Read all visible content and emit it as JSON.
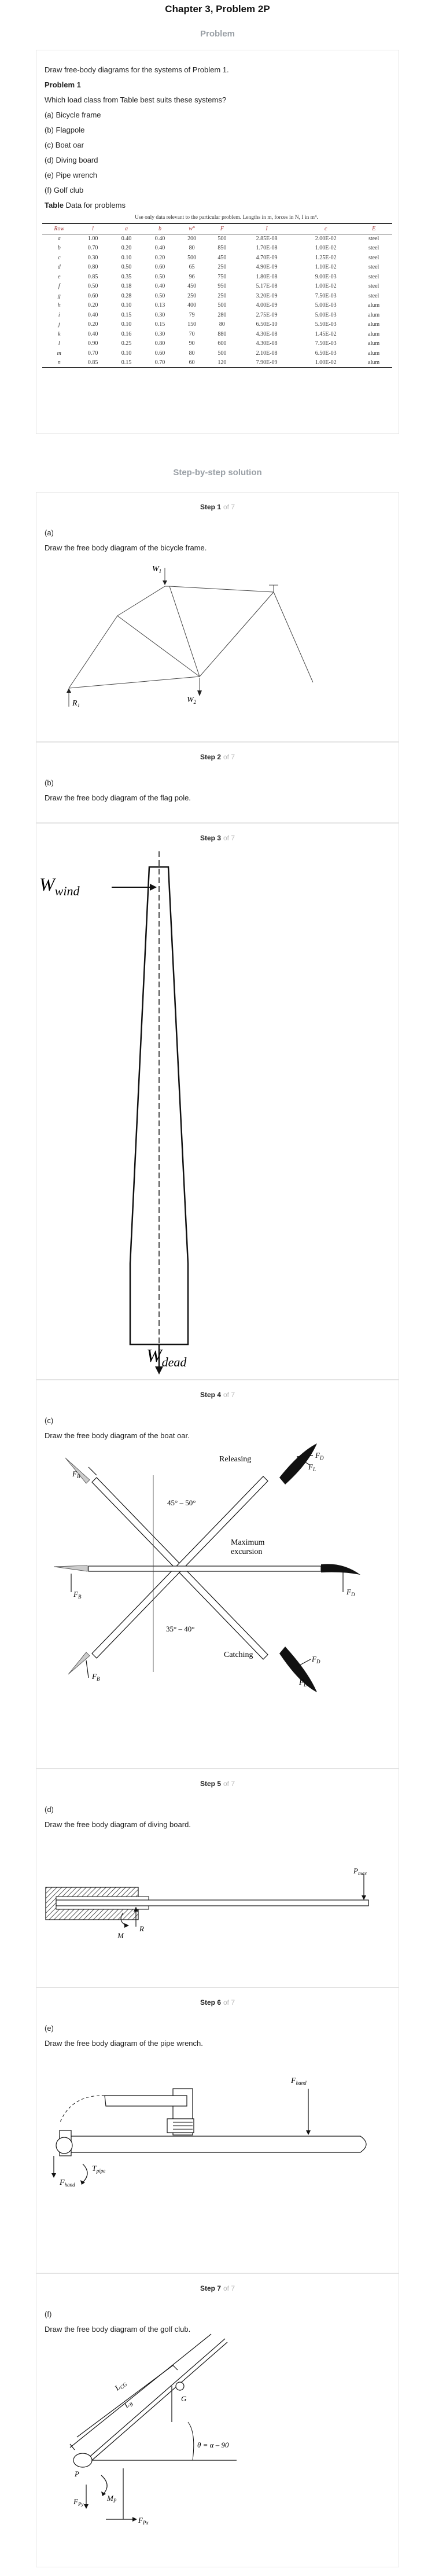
{
  "page": {
    "title": "Chapter 3, Problem 2P",
    "problem_heading": "Problem",
    "solution_heading": "Step-by-step solution"
  },
  "problem": {
    "intro": "Draw free-body diagrams for the systems of Problem 1.",
    "p1_title": "Problem 1",
    "question": "Which load class from Table best suits these systems?",
    "items": [
      "(a) Bicycle frame",
      "(b) Flagpole",
      "(c) Boat oar",
      "(d) Diving board",
      "(e) Pipe wrench",
      "(f) Golf club"
    ],
    "table_label": "Table",
    "table_title": "Data for problems",
    "table_caption": "Use only data relevant to the particular problem. Lengths in m, forces in N, I in m⁴.",
    "headers": [
      "Row",
      "l",
      "a",
      "b",
      "w°",
      "F",
      "I",
      "c",
      "E"
    ],
    "rows": [
      [
        "a",
        "1.00",
        "0.40",
        "0.40",
        "200",
        "500",
        "2.85E-08",
        "2.00E-02",
        "steel"
      ],
      [
        "b",
        "0.70",
        "0.20",
        "0.40",
        "80",
        "850",
        "1.70E-08",
        "1.00E-02",
        "steel"
      ],
      [
        "c",
        "0.30",
        "0.10",
        "0.20",
        "500",
        "450",
        "4.70E-09",
        "1.25E-02",
        "steel"
      ],
      [
        "d",
        "0.80",
        "0.50",
        "0.60",
        "65",
        "250",
        "4.90E-09",
        "1.10E-02",
        "steel"
      ],
      [
        "e",
        "0.85",
        "0.35",
        "0.50",
        "96",
        "750",
        "1.80E-08",
        "9.00E-03",
        "steel"
      ],
      [
        "f",
        "0.50",
        "0.18",
        "0.40",
        "450",
        "950",
        "5.17E-08",
        "1.00E-02",
        "steel"
      ],
      [
        "g",
        "0.60",
        "0.28",
        "0.50",
        "250",
        "250",
        "3.20E-09",
        "7.50E-03",
        "steel"
      ],
      [
        "h",
        "0.20",
        "0.10",
        "0.13",
        "400",
        "500",
        "4.00E-09",
        "5.00E-03",
        "alum"
      ],
      [
        "i",
        "0.40",
        "0.15",
        "0.30",
        "79",
        "280",
        "2.75E-09",
        "5.00E-03",
        "alum"
      ],
      [
        "j",
        "0.20",
        "0.10",
        "0.15",
        "150",
        "80",
        "6.50E-10",
        "5.50E-03",
        "alum"
      ],
      [
        "k",
        "0.40",
        "0.16",
        "0.30",
        "70",
        "880",
        "4.30E-08",
        "1.45E-02",
        "alum"
      ],
      [
        "l",
        "0.90",
        "0.25",
        "0.80",
        "90",
        "600",
        "4.30E-08",
        "7.50E-03",
        "alum"
      ],
      [
        "m",
        "0.70",
        "0.10",
        "0.60",
        "80",
        "500",
        "2.10E-08",
        "6.50E-03",
        "alum"
      ],
      [
        "n",
        "0.85",
        "0.15",
        "0.70",
        "60",
        "120",
        "7.90E-09",
        "1.00E-02",
        "alum"
      ]
    ]
  },
  "steps": [
    {
      "label": "Step 1",
      "rating": "of 7",
      "part": "(a)",
      "text": "Draw the free body diagram of the bicycle frame."
    },
    {
      "label": "Step 2",
      "rating": "of 7",
      "part": "(b)",
      "text": "Draw the free body diagram of the flag pole."
    },
    {
      "label": "Step 3",
      "rating": "of 7"
    },
    {
      "label": "Step 4",
      "rating": "of 7",
      "part": "(c)",
      "text": "Draw the free body diagram of the boat oar."
    },
    {
      "label": "Step 5",
      "rating": "of 7",
      "part": "(d)",
      "text": "Draw the free body diagram of diving board."
    },
    {
      "label": "Step 6",
      "rating": "of 7",
      "part": "(e)",
      "text": "Draw the free body diagram of the pipe wrench."
    },
    {
      "label": "Step 7",
      "rating": "of 7",
      "part": "(f)",
      "text": "Draw the free body diagram of the golf club."
    }
  ],
  "figures": {
    "bike": {
      "w1": "W",
      "w1_sub": "1",
      "w2": "W",
      "w2_sub": "2",
      "r": "R",
      "r_sub": "1"
    },
    "flag": {
      "wind": "W",
      "wind_sub": "wind",
      "dead": "W",
      "dead_sub": "dead"
    },
    "oar": {
      "releasing": "Releasing",
      "maximum": "Maximum",
      "excursion": "excursion",
      "catching": "Catching",
      "angle_top": "45° – 50°",
      "angle_bottom": "35° – 40°",
      "fb": "F",
      "fb_sub": "B",
      "fd": "F",
      "fd_sub": "D",
      "fl": "F",
      "fl_sub": "L"
    },
    "board": {
      "p": "P",
      "p_sub": "max",
      "m": "M",
      "r": "R"
    },
    "wrench": {
      "fh": "F",
      "fh_sub": "hand",
      "tp": "T",
      "tp_sub": "pipe"
    },
    "golf": {
      "lcg": "L",
      "lcg_sub": "CG",
      "lb": "L",
      "lb_sub": "B",
      "g": "G",
      "p": "P",
      "angle": "θ = α – 90",
      "mp": "M",
      "mp_sub": "P",
      "fpy": "F",
      "fpy_sub": "Py",
      "fpx": "F",
      "fpx_sub": "Px"
    }
  }
}
